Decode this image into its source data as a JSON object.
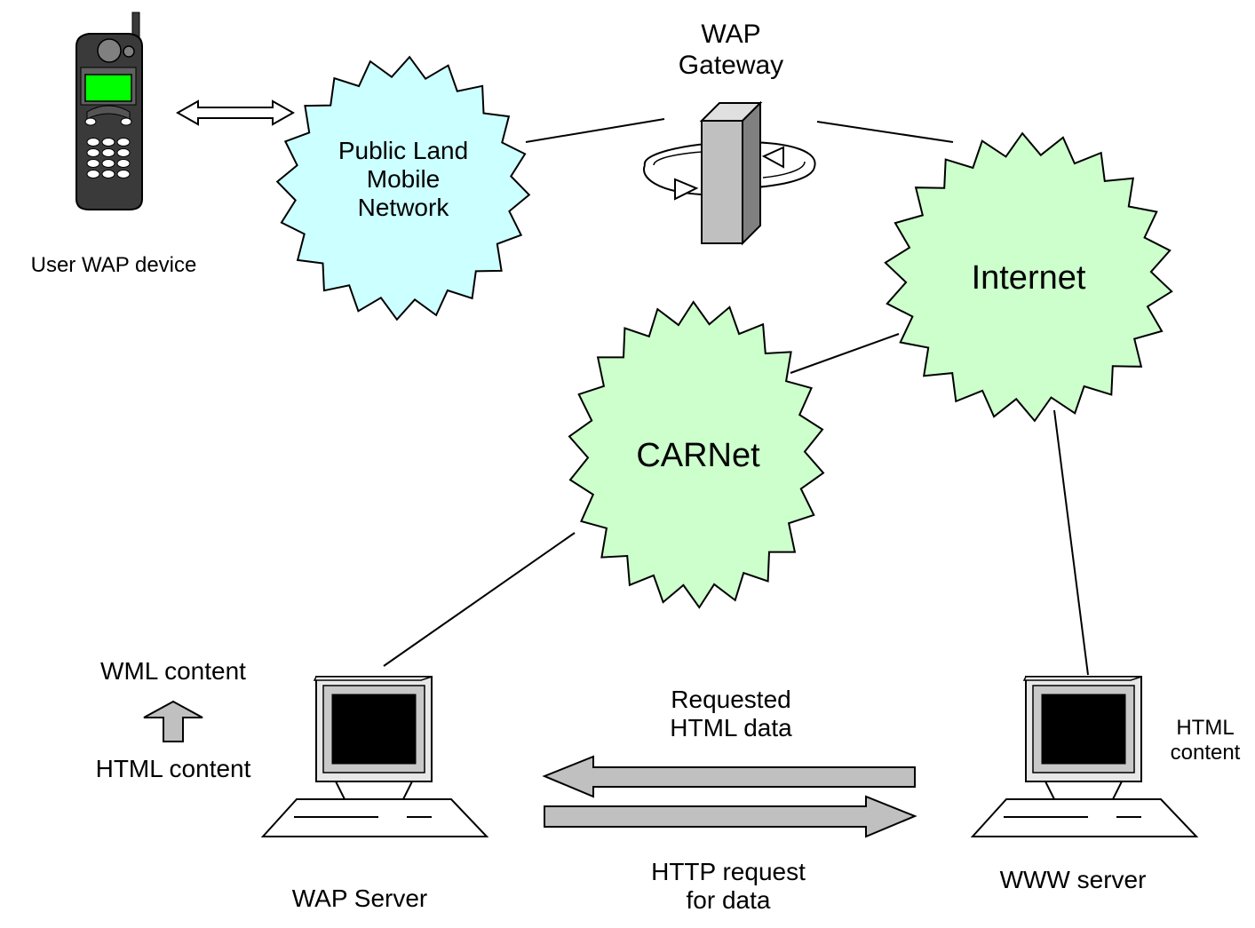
{
  "labels": {
    "user_device": "User WAP device",
    "plmn": [
      "Public Land",
      "Mobile",
      "Network"
    ],
    "wap_gateway": [
      "WAP",
      "Gateway"
    ],
    "internet": "Internet",
    "carnet": "CARNet",
    "wml_content": "WML content",
    "html_content": "HTML content",
    "wap_server": "WAP Server",
    "requested_html_data": [
      "Requested",
      "HTML data"
    ],
    "http_request": [
      "HTTP request",
      "for data"
    ],
    "www_server": "WWW server",
    "html_content_server": [
      "HTML",
      "content"
    ]
  },
  "colors": {
    "plmn_fill": "#CCFFFF",
    "cloud_fill": "#CCFFCC",
    "phone_screen": "#00FF00",
    "phone_body": "#3a3a3a",
    "arrow_fill": "#C0C0C0",
    "gateway_fill": "#C0C0C0",
    "line": "#000000"
  },
  "icons": {
    "device": "mobile-phone-icon",
    "gateway": "gateway-tower-icon",
    "server": "computer-terminal-icon"
  }
}
